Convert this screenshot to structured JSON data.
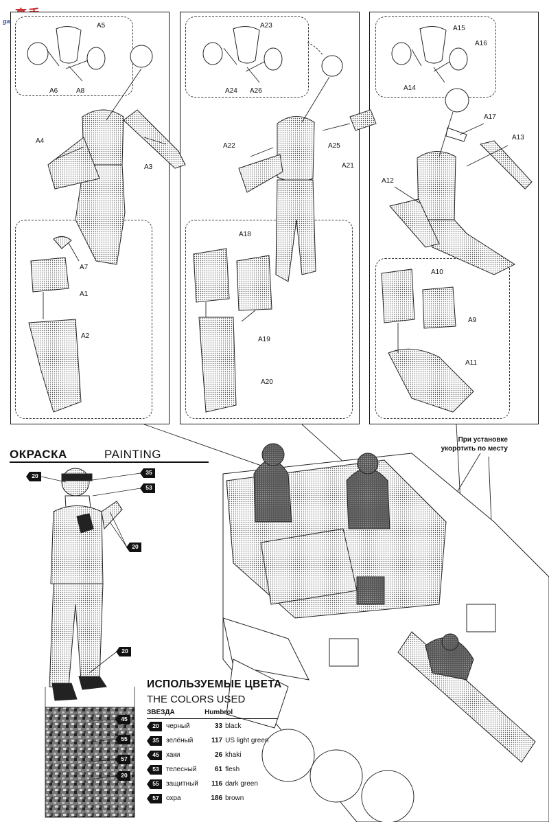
{
  "watermark": {
    "cn": "高手网",
    "url": "gao-shou.com"
  },
  "panels": {
    "left": {
      "parts": [
        "A5",
        "A6",
        "A8",
        "A4",
        "A3",
        "A7",
        "A1",
        "A2"
      ]
    },
    "middle": {
      "parts": [
        "A23",
        "A24",
        "A26",
        "A22",
        "A25",
        "A21",
        "A18",
        "A19",
        "A20"
      ]
    },
    "right": {
      "parts": [
        "A15",
        "A16",
        "A14",
        "A17",
        "A13",
        "A12",
        "A10",
        "A9",
        "A11"
      ]
    }
  },
  "painting": {
    "title_ru": "ОКРАСКА",
    "title_en": "PAINTING",
    "callouts": [
      "20",
      "35",
      "53",
      "20",
      "20",
      "45",
      "55",
      "57",
      "20"
    ]
  },
  "note": {
    "line1": "При установке",
    "line2": "укоротить по месту"
  },
  "colors": {
    "title_ru": "ИСПОЛЬЗУЕМЫЕ ЦВЕТА",
    "title_en": "THE COLORS USED",
    "header_brand": "ЗВЕЗДА",
    "header_humbrol": "Humbrol",
    "rows": [
      {
        "code": "20",
        "ru": "черный",
        "num": "33",
        "en": "black"
      },
      {
        "code": "35",
        "ru": "зелёный",
        "num": "117",
        "en": "US light green"
      },
      {
        "code": "45",
        "ru": "хаки",
        "num": "26",
        "en": "khaki"
      },
      {
        "code": "53",
        "ru": "телесный",
        "num": "61",
        "en": "flesh"
      },
      {
        "code": "55",
        "ru": "защитный",
        "num": "116",
        "en": "dark green"
      },
      {
        "code": "57",
        "ru": "охра",
        "num": "186",
        "en": "brown"
      }
    ]
  }
}
